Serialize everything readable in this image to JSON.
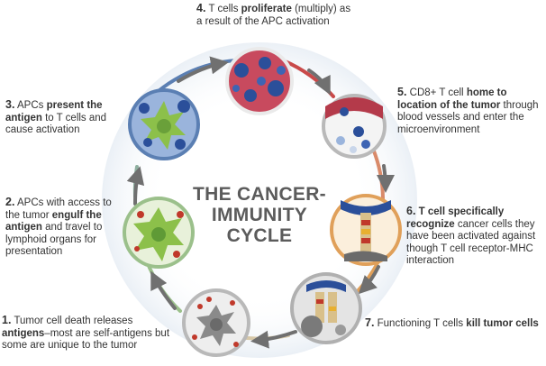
{
  "title": {
    "line1": "THE CANCER-",
    "line2": "IMMUNITY CYCLE"
  },
  "steps": [
    {
      "number": "1.",
      "parts": [
        "Tumor cell death releases ",
        "antigens",
        "–most are self-antigens but some are unique to the tumor"
      ]
    },
    {
      "number": "2.",
      "parts": [
        "APCs with access to the tumor ",
        "engulf the antigen",
        " and travel to lymphoid organs for presentation"
      ]
    },
    {
      "number": "3.",
      "parts": [
        "APCs ",
        "present the antigen",
        " to T cells and cause activation"
      ]
    },
    {
      "number": "4.",
      "parts": [
        "T cells ",
        "proliferate",
        " (multiply) as a result of the APC activation"
      ]
    },
    {
      "number": "5.",
      "parts": [
        "CD8+ T cell ",
        "home to location of the tumor",
        " through blood vessels and enter the microenvironment"
      ]
    },
    {
      "number": "6.",
      "parts": [
        "",
        "T cell specifically recognize",
        " cancer cells they have been activated against though T cell receptor-MHC interaction"
      ]
    },
    {
      "number": "7.",
      "parts": [
        "Functioning T cells ",
        "kill tumor cells",
        ""
      ]
    }
  ],
  "colors": {
    "ring_blue": "#5b7fb3",
    "ring_red": "#c94a4a",
    "ring_orange": "#e0a05a",
    "ring_green": "#9bc08b",
    "ring_gray": "#a8a8a8",
    "arrow": "#707070",
    "title_text": "#5b5b5b",
    "body_text": "#333333"
  },
  "icons": [
    "tumor-cell-death-icon",
    "apc-engulf-icon",
    "apc-present-icon",
    "t-cell-proliferate-icon",
    "blood-vessel-icon",
    "tcr-mhc-recognition-icon",
    "tumor-kill-icon"
  ]
}
